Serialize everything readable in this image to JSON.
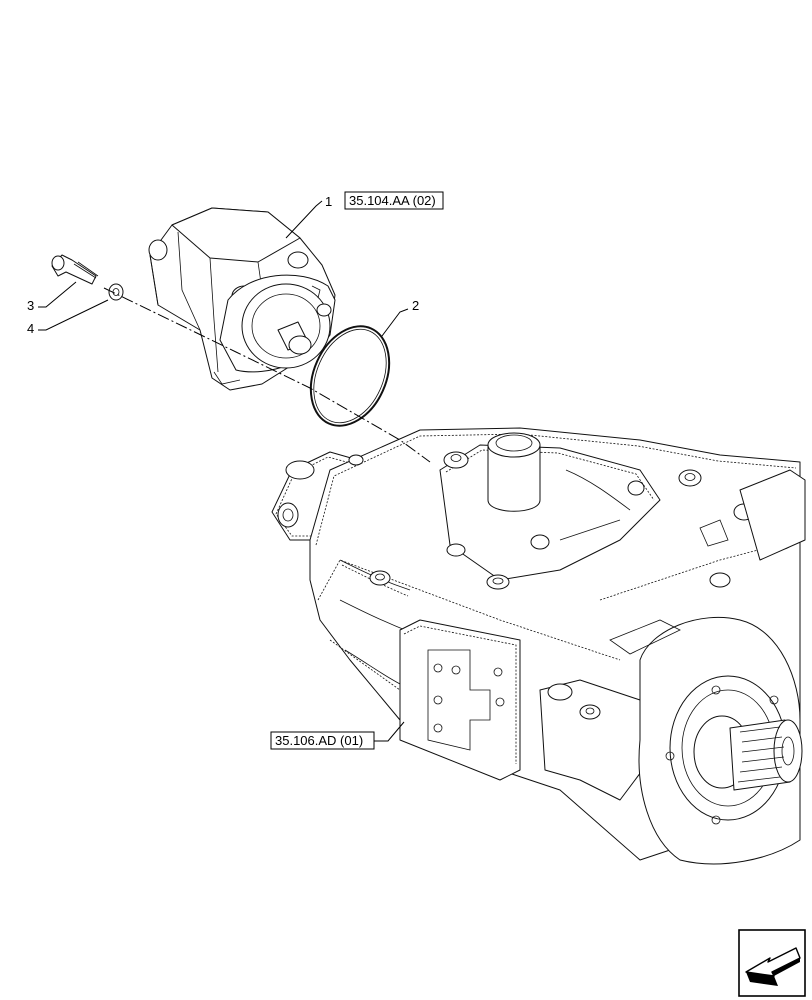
{
  "callouts": {
    "item_1": "1",
    "item_2": "2",
    "item_3": "3",
    "item_4": "4"
  },
  "references": {
    "gear_pump_ref": "35.104.AA (02)",
    "main_pump_ref": "35.106.AD (01)"
  },
  "nav": {
    "icon": "arrow-icon"
  }
}
